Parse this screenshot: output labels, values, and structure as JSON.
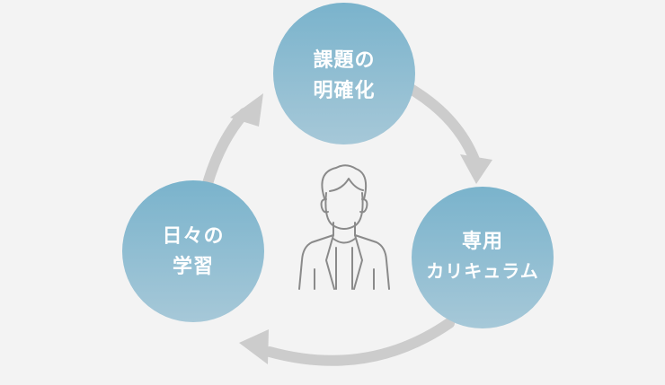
{
  "diagram": {
    "nodes": [
      {
        "id": "clarify",
        "lines": [
          "課題の",
          "明確化"
        ]
      },
      {
        "id": "curriculum",
        "lines": [
          "専用",
          "カリキュラム"
        ]
      },
      {
        "id": "learning",
        "lines": [
          "日々の",
          "学習"
        ]
      }
    ],
    "center_icon": "person-icon"
  },
  "colors": {
    "background": "#f3f3f3",
    "circle_top": "#7ab3cc",
    "circle_bottom": "#a6c8d8",
    "arrow": "#cccccc",
    "figure_stroke": "#8a8a8a"
  }
}
